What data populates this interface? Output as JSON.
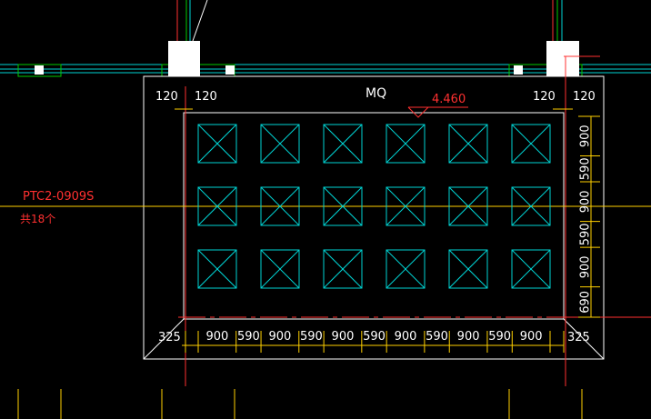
{
  "title": "MQ",
  "level": "4.460",
  "tag": {
    "code": "PTC2-0909S",
    "count": "共18个"
  },
  "wall_dims": {
    "left_a": "120",
    "left_b": "120",
    "right_a": "120",
    "right_b": "120"
  },
  "corner_dims": {
    "bottom_left": "325",
    "bottom_right": "325"
  },
  "bottom_dims": [
    "900",
    "590",
    "900",
    "590",
    "900",
    "590",
    "900",
    "590",
    "900",
    "590",
    "900"
  ],
  "right_dims": [
    "900",
    "590",
    "900",
    "590",
    "900",
    "690"
  ],
  "grid": {
    "rows": 3,
    "cols": 6
  },
  "colors": {
    "background": "#000000",
    "wall": "#ffffff",
    "box": "#00d5d5",
    "red": "#ff3030",
    "yellow": "#ffd000",
    "green": "#00cc00",
    "magenta": "#e000e0",
    "dim_text": "#ffffff"
  }
}
